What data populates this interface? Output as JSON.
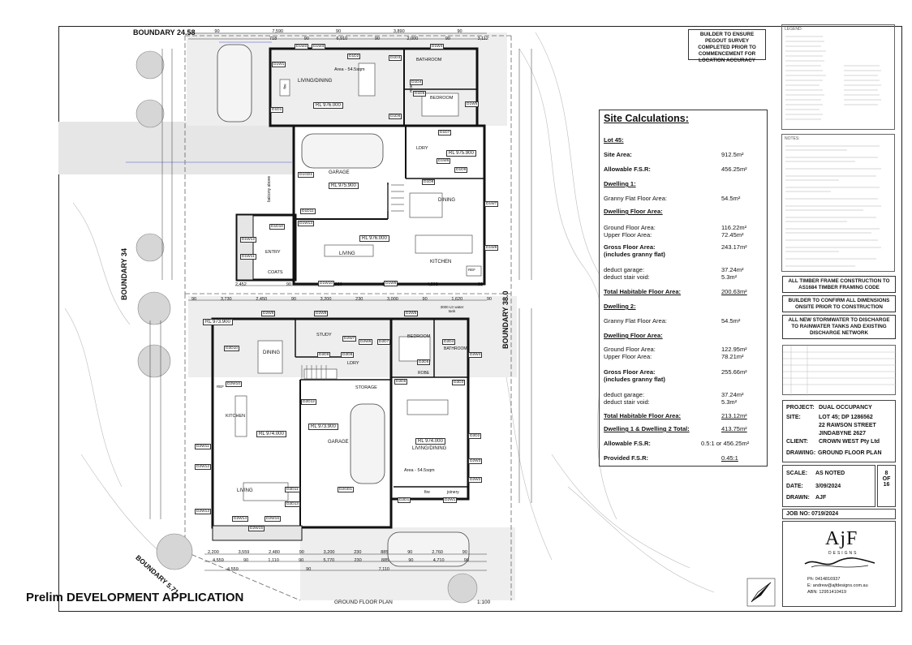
{
  "sheet": {
    "prelim_label": "Prelim DEVELOPMENT APPLICATION",
    "plan_caption": "GROUND FLOOR PLAN",
    "scale_caption": "1:100"
  },
  "boundaries": {
    "top": "BOUNDARY  24.58",
    "left": "BOUNDARY  34",
    "right": "BOUNDARY  38.0",
    "bottom": "BOUNDARY  5.71"
  },
  "notes_top": "BUILDER TO ENSURE PEGOUT SURVEY COMPLETED PRIOR TO COMMENCEMENT FOR LOCATION ACCURACY",
  "legend_title": "LEGEND:",
  "notes_title": "NOTES:",
  "site_calculations": {
    "title": "Site Calculations:",
    "lot": "Lot 45:",
    "rows": [
      {
        "label": "Site Area:",
        "value": "912.5m²",
        "bold": true
      },
      {
        "label": "Allowable F.S.R:",
        "value": "456.25m²",
        "bold": true
      },
      {
        "label": "Dwelling 1:",
        "value": "",
        "bold": true,
        "underline": true
      },
      {
        "label": "Granny Flat Floor Area:",
        "value": "54.5m²",
        "bold": false
      },
      {
        "label": "Dwelling Floor Area:",
        "value": "",
        "bold": true,
        "underline": true
      },
      {
        "label": "Ground Floor Area:\nUpper Floor Area:",
        "value": "116.22m²\n72.45m²",
        "bold": false
      },
      {
        "label": "Gross Floor Area:\n(includes granny flat)",
        "value": "243.17m²",
        "bold": true
      },
      {
        "label": "deduct garage:\ndeduct stair void:",
        "value": "37.24m²\n5.3m²",
        "bold": false
      },
      {
        "label": "Total Habitable Floor Area:",
        "value": "200.63m²",
        "bold": true,
        "underline": true
      },
      {
        "label": "Dwelling 2:",
        "value": "",
        "bold": true,
        "underline": true
      },
      {
        "label": "Granny Flat Floor Area:",
        "value": "54.5m²",
        "bold": false
      },
      {
        "label": "Dwelling Floor Area:",
        "value": "",
        "bold": true,
        "underline": true
      },
      {
        "label": "Ground Floor Area:\nUpper Floor Area:",
        "value": "122.95m²\n78.21m²",
        "bold": false
      },
      {
        "label": "Gross Floor Area:\n(includes granny flat)",
        "value": "255.66m²",
        "bold": true
      },
      {
        "label": "deduct garage:\ndeduct stair void:",
        "value": "37.24m²\n5.3m²",
        "bold": false
      },
      {
        "label": "Total Habitable Floor Area:",
        "value": "213.12m²",
        "bold": true,
        "underline": true
      },
      {
        "label": "Dwelling 1 & Dwelling 2 Total:",
        "value": "413.75m²",
        "bold": true,
        "underline": true
      },
      {
        "label": "Allowable F.S.R:",
        "value": "0.5:1 or 456.25m²",
        "bold": true
      },
      {
        "label": "Provided F.S.R:",
        "value": "0.45:1",
        "bold": true,
        "underline_value": true
      }
    ]
  },
  "construction_notes": [
    "ALL TIMBER FRAME CONSTRUCTION TO AS1684 TIMBER FRAMING CODE",
    "BUILDER TO CONFIRM ALL DIMENSIONS ONSITE PRIOR TO CONSTRUCTION",
    "ALL NEW STORMWATER TO DISCHARGE TO RAINWATER TANKS AND EXISTING DISCHARGE NETWORK"
  ],
  "title_block": {
    "project_key": "PROJECT:",
    "project": "DUAL OCCUPANCY",
    "site_key": "SITE:",
    "site_lines": [
      "LOT 45; DP 1286562",
      "22 RAWSON STREET",
      "JINDABYNE  2627"
    ],
    "client_key": "CLIENT:",
    "client": "CROWN WEST Pty Ltd",
    "drawing_key": "DRAWING:",
    "drawing": "GROUND FLOOR PLAN",
    "scale_key": "SCALE:",
    "scale": "AS NOTED",
    "date_key": "DATE:",
    "date": "3/09/2024",
    "drawn_key": "DRAWN:",
    "drawn": "AJF",
    "sheet_no": "8",
    "sheet_of": "OF",
    "sheet_total": "16",
    "job": "JOB NO: 0719/2024",
    "logo": "AjF",
    "logo_sub": "DESIGNS",
    "ph": "Ph: 0414816937",
    "email": "E: andrew@ajfdesigns.com.au",
    "abn": "ABN: 12951410419"
  },
  "rooms_d1": [
    {
      "id": "living-dining-upper",
      "label": "LIVING/DINING"
    },
    {
      "id": "area-1",
      "label": "Area - 54.5sqm"
    },
    {
      "id": "bathroom-1",
      "label": "BATHROOM"
    },
    {
      "id": "bedroom-1",
      "label": "BEDROOM"
    },
    {
      "id": "robe-1",
      "label": "ROBE"
    },
    {
      "id": "garage-1",
      "label": "GARAGE"
    },
    {
      "id": "ldry-1",
      "label": "LDRY"
    },
    {
      "id": "dining-1",
      "label": "DINING"
    },
    {
      "id": "living-1",
      "label": "LIVING"
    },
    {
      "id": "kitchen-1",
      "label": "KITCHEN"
    },
    {
      "id": "entry-1",
      "label": "ENTRY"
    },
    {
      "id": "coats-1",
      "label": "COATS"
    },
    {
      "id": "balcony-1",
      "label": "balcony above"
    },
    {
      "id": "fire-1",
      "label": "fire"
    },
    {
      "id": "ref-1",
      "label": "REF"
    }
  ],
  "rooms_d2": [
    {
      "id": "dining-2",
      "label": "DINING"
    },
    {
      "id": "study-2",
      "label": "STUDY"
    },
    {
      "id": "ldry-2",
      "label": "LDRY"
    },
    {
      "id": "storage-2",
      "label": "STORAGE"
    },
    {
      "id": "kitchen-2",
      "label": "KITCHEN"
    },
    {
      "id": "garage-2",
      "label": "GARAGE"
    },
    {
      "id": "living-2",
      "label": "LIVING"
    },
    {
      "id": "bedroom-2",
      "label": "BEDROOM"
    },
    {
      "id": "bathroom-2",
      "label": "BATHROOM"
    },
    {
      "id": "robe-2",
      "label": "ROBE"
    },
    {
      "id": "living-dining-2",
      "label": "LIVING/DINING"
    },
    {
      "id": "area-2",
      "label": "Area - 54.5sqm"
    },
    {
      "id": "fire-2",
      "label": "fire"
    },
    {
      "id": "joinery-2",
      "label": "joinery"
    },
    {
      "id": "tank-2",
      "label": "3000 Ltr water tank"
    },
    {
      "id": "ref-2",
      "label": "REF"
    }
  ],
  "levels": {
    "rl_976": "RL 976.000",
    "rl_975_9a": "RL 975.900",
    "rl_975_9b": "RL 975.900",
    "rl_976b": "RL 976.000",
    "rl_973_9a": "RL 973.900",
    "rl_973_9b": "RL 973.900",
    "rl_974a": "RL 974.000",
    "rl_974b": "RL 974.000"
  },
  "dims_top": [
    "90",
    "7,590",
    "90",
    "3,890",
    "90",
    "718",
    "90",
    "6,910",
    "90",
    "2,000",
    "90",
    "3,112"
  ],
  "dims_mid": [
    "90",
    "3,730",
    "2,450",
    "90",
    "3,200",
    "230",
    "3,000",
    "90",
    "1,620",
    "90"
  ],
  "dims_d1_bottom": [
    "2,452",
    "90",
    "7,820",
    "90",
    "4,202",
    "90"
  ],
  "dims_bottom1": [
    "2,200",
    "3,559",
    "2,480",
    "90",
    "3,200",
    "230",
    "885",
    "90",
    "2,760",
    "90"
  ],
  "dims_bottom2": [
    "4,559",
    "90",
    "1,110",
    "90",
    "5,770",
    "230",
    "885",
    "90",
    "4,710",
    "90"
  ],
  "dims_bottom3": [
    "4,559",
    "90",
    "7,110"
  ],
  "window_tags_d1": [
    "D1W1",
    "D1W2",
    "D1W3",
    "D1D2",
    "D1D3",
    "D1W4",
    "D1D1",
    "D1D4",
    "D1D5",
    "D1W5",
    "D1D6",
    "D1D7",
    "D1W6",
    "D1D9",
    "D1D8",
    "D1GD1",
    "D1D11",
    "D1W13",
    "D1W12",
    "D1D10",
    "D1W11",
    "D1W10",
    "D1W9",
    "D1W8",
    "D1W7"
  ],
  "window_tags_d2": [
    "D2W9",
    "D2W8",
    "D2W5",
    "D2W7",
    "D2W6",
    "D2D7",
    "D2D10",
    "D2D9",
    "D2D8",
    "D2D5",
    "D2D6",
    "D2W4",
    "D2D4",
    "D2W10",
    "D2D12",
    "D2D3",
    "D2W11",
    "D2W12",
    "D2D2",
    "D2W13",
    "D2D11",
    "D2GD1",
    "D2W3",
    "D2D1",
    "D2W1",
    "D2W2",
    "D2W14",
    "D2W15",
    "D2W16",
    "D2D13"
  ]
}
